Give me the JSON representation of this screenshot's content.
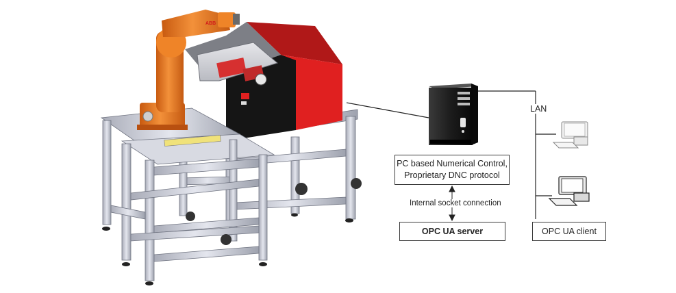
{
  "labels": {
    "nc_line1": "PC based Numerical Control,",
    "nc_line2": "Proprietary DNC protocol",
    "socket": "Internal socket connection",
    "server": "OPC UA server",
    "client": "OPC UA client",
    "lan": "LAN"
  },
  "robot_brand": "ABB",
  "colors": {
    "robot": "#e8761e",
    "machine_red": "#e02020",
    "machine_black": "#151515",
    "frame": "#c9cbd4",
    "line": "#222222"
  }
}
